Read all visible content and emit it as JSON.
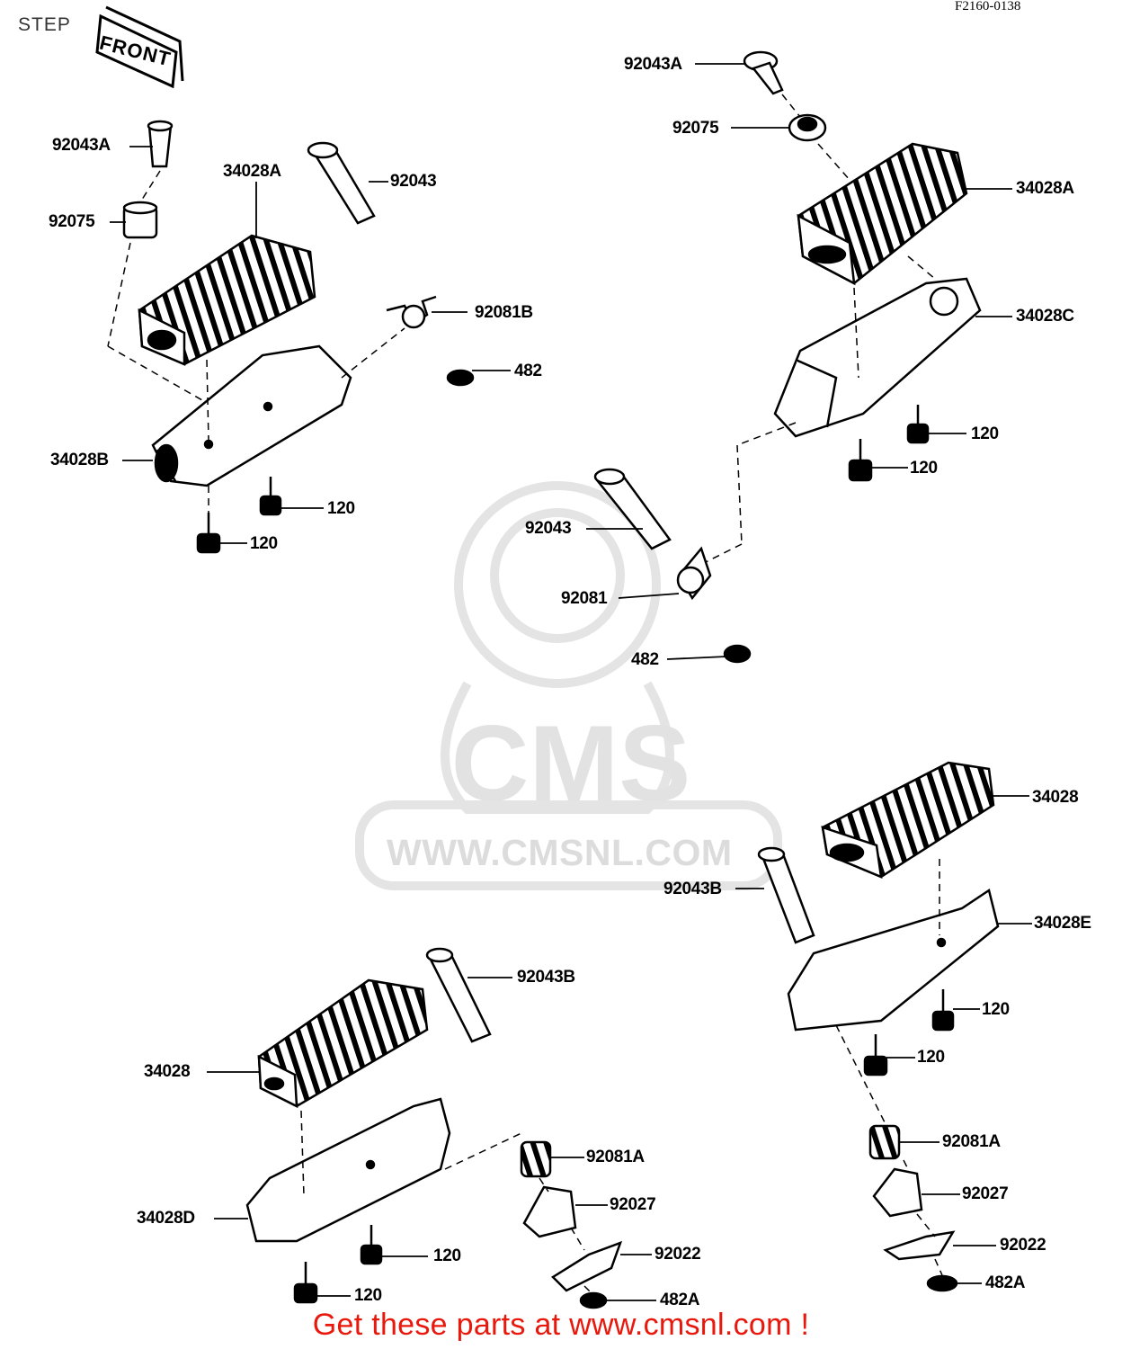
{
  "page": {
    "title": "STEP",
    "ref_code": "F2160-0138",
    "front_mark": "FRONT",
    "link_text": "Get these parts at www.cmsnl.com !",
    "link_color": "#e8180c"
  },
  "watermark": {
    "text": "WWW.CMSNL.COM",
    "logo": "CMS",
    "color": "#dcdcdc"
  },
  "labels": {
    "tl_92043A": "92043A",
    "tl_92075": "92075",
    "tl_34028A": "34028A",
    "tl_92043": "92043",
    "tl_92081B": "92081B",
    "tl_482": "482",
    "tl_34028B": "34028B",
    "tl_120a": "120",
    "tl_120b": "120",
    "tr_92043A": "92043A",
    "tr_92075": "92075",
    "tr_34028A": "34028A",
    "tr_34028C": "34028C",
    "tr_120a": "120",
    "tr_120b": "120",
    "m_92043": "92043",
    "m_92081": "92081",
    "m_482": "482",
    "br_34028": "34028",
    "br_92043B": "92043B",
    "br_34028E": "34028E",
    "br_120a": "120",
    "br_120b": "120",
    "br_92081A": "92081A",
    "br_92027": "92027",
    "br_92022": "92022",
    "br_482A": "482A",
    "bl_92043B": "92043B",
    "bl_34028": "34028",
    "bl_34028D": "34028D",
    "bl_92081A": "92081A",
    "bl_92027": "92027",
    "bl_92022": "92022",
    "bl_482A": "482A",
    "bl_120a": "120",
    "bl_120b": "120"
  }
}
